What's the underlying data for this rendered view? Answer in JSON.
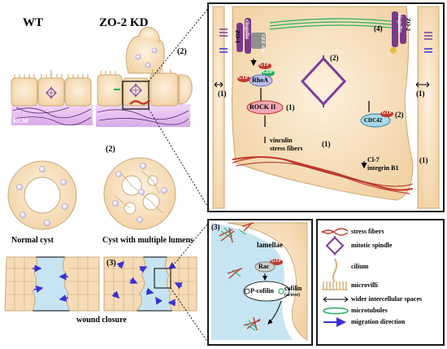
{
  "left": {
    "wt_label": "WT",
    "kd_label": "ZO-2 KD",
    "ecm_label": "ECM",
    "step2_a": "(2)",
    "step2_b": "(2)",
    "step3": "(3)",
    "normal_cyst": "Normal cyst",
    "cyst_multi": "Cyst with multiple lumens",
    "wound_closure": "wound closure"
  },
  "cell_panel": {
    "zo1": "ZO-1",
    "cingulin_left": "cingulin",
    "gef_h1": "GEF-H1",
    "gtp1": "GTP",
    "gdp": "GDP",
    "gtp2": "GTP",
    "rhoa": "RhoA",
    "rock2": "ROCK II",
    "rock2_step": "(1)",
    "vinculin": "vinculin",
    "stress_fibers": "stress fibers",
    "stress_step": "(1)",
    "cl7": "Cl-7",
    "integrin": "integrin B1",
    "cl7_step": "(1)",
    "mitotic_step": "(2)",
    "cdc42": "CDC42",
    "gtp3": "GTP",
    "cdc42_step": "(2)",
    "cingulin_right": "cingulin",
    "zo2_right": "ZO-2",
    "right_step4": "(4)",
    "left_space_step": "(1)",
    "right_space_step": "(1)"
  },
  "lamellae_panel": {
    "step": "(3)",
    "lamellae": "lamellae",
    "gtp": "GTP",
    "rac": "Rac",
    "p_cofilin": "P-cofilin",
    "cofilin": "cofilin",
    "active": "(active)"
  },
  "legend": {
    "items": [
      {
        "label": "stress fibers",
        "icon": "stress-fiber-icon"
      },
      {
        "label": "mitotic spindle",
        "icon": "mitotic-spindle-icon"
      },
      {
        "label": "cilium",
        "icon": "cilium-icon"
      },
      {
        "label": "microvilli",
        "icon": "microvilli-icon"
      },
      {
        "label": "wider intercellular spaces",
        "icon": "double-arrow-icon"
      },
      {
        "label": "microtubules",
        "icon": "microtubule-icon"
      },
      {
        "label": "migration direction",
        "icon": "migration-arrow-icon"
      }
    ]
  },
  "colors": {
    "cell_fill": "#f5dcb6",
    "cell_stroke": "#c9a87a",
    "ecm": "#e8c6f0",
    "panel_border": "#1a1a1a",
    "stress_fiber": "#c0392b",
    "spindle": "#7d3c98",
    "microtubule": "#27ae60",
    "migration": "#3b2fd6",
    "wound_bg": "#c6e4f2",
    "cingulin_fill": "#7a3a8a"
  }
}
